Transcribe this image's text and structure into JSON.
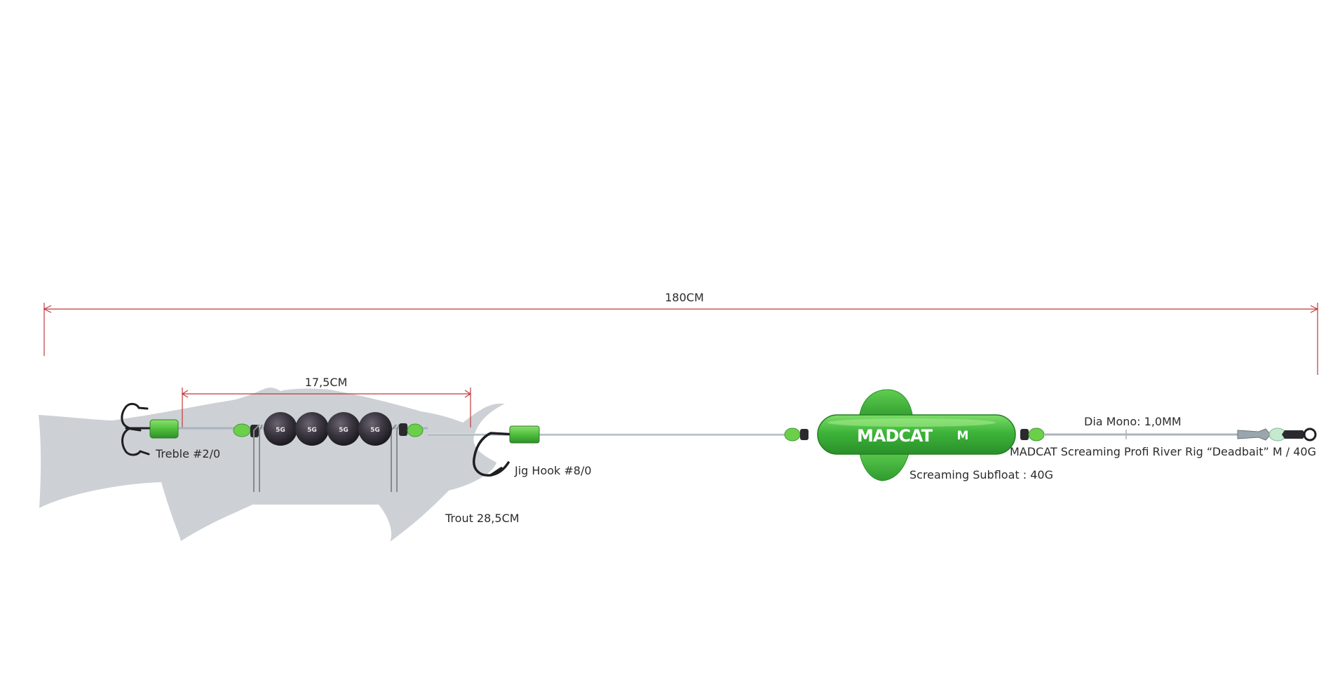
{
  "dimensions": {
    "total_length": "180CM",
    "weight_section": "17,5CM"
  },
  "labels": {
    "treble": "Treble #2/0",
    "jig_hook": "Jig Hook #8/0",
    "trout": "Trout 28,5CM",
    "subfloat": "Screaming Subfloat : 40G",
    "mono": "Dia Mono: 1,0MM",
    "rig_name": "MADCAT Screaming Profi River Rig “Deadbait” M / 40G"
  },
  "beads": [
    "5G",
    "5G",
    "5G",
    "5G"
  ],
  "float": {
    "brand": "MADCAT",
    "size": "M"
  },
  "colors": {
    "dimension_line": "#c0393b",
    "fish": "#cdd1d5",
    "float_green": "#3db43a",
    "bead_green": "#6ccf4a",
    "lead_bead": "#3a3640",
    "line": "#a9b4bc"
  }
}
